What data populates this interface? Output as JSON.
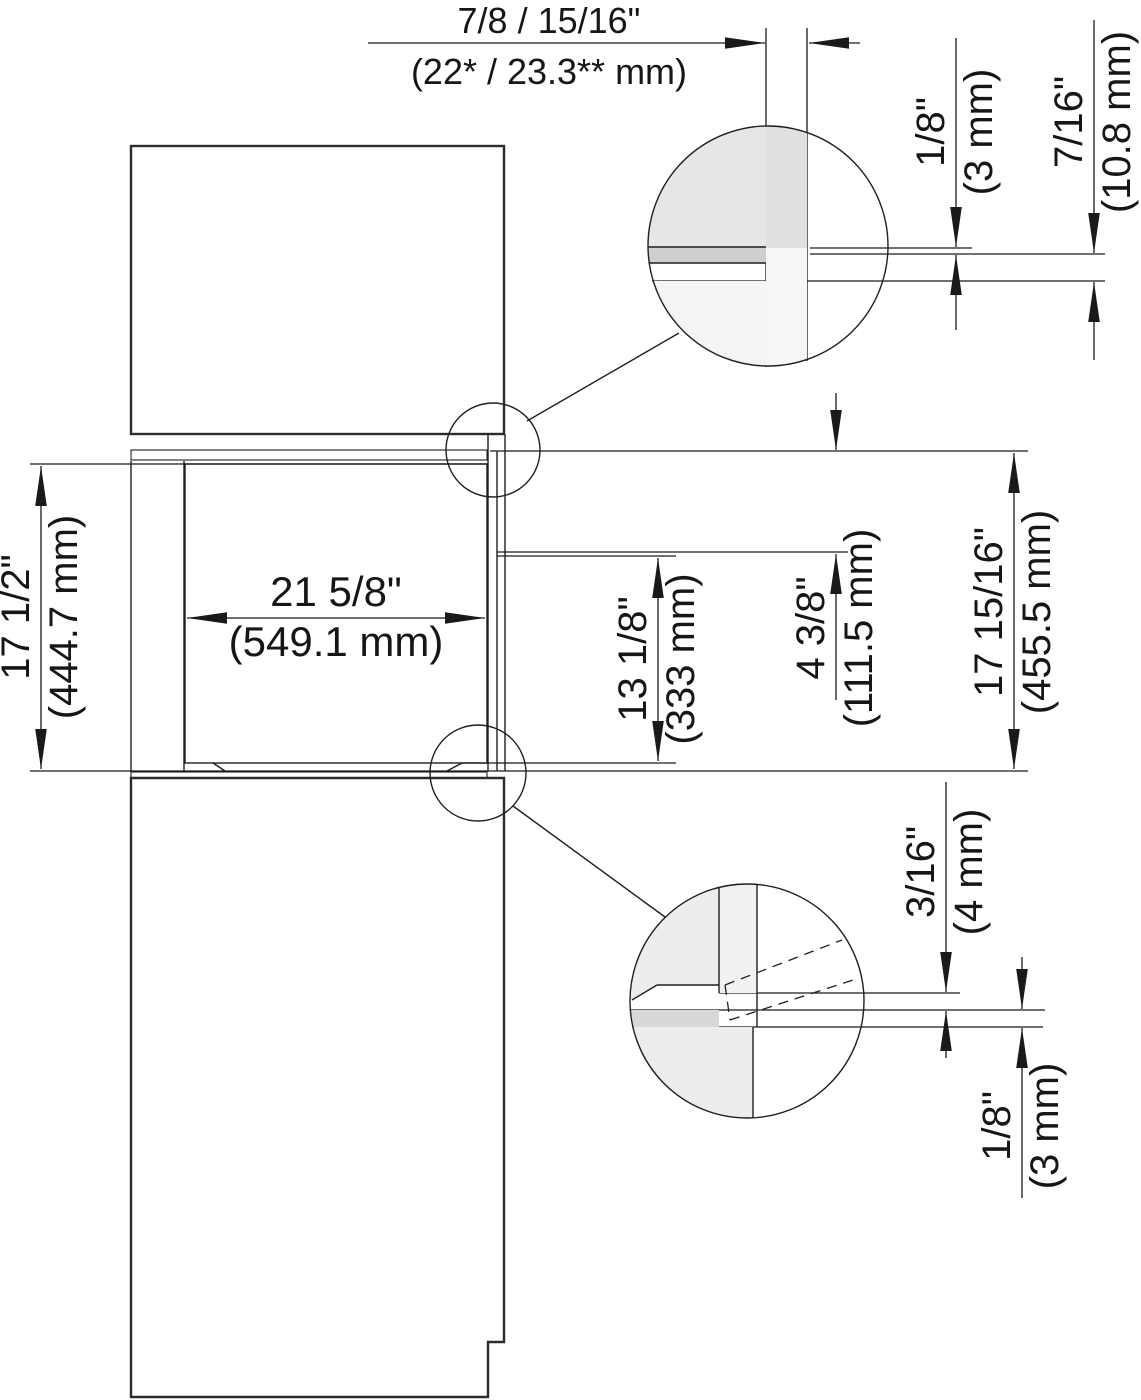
{
  "drawing": {
    "kind": "built-in appliance niche installation section drawing",
    "dims": {
      "top_width": {
        "inch": "7/8 / 15/16\"",
        "mm": "(22* / 23.3** mm)"
      },
      "top_gap": {
        "inch": "1/8\"",
        "mm": "(3 mm)"
      },
      "top_overlap": {
        "inch": "7/16\"",
        "mm": "(10.8 mm)"
      },
      "niche_height": {
        "inch": "17 1/2\"",
        "mm": "(444.7 mm)"
      },
      "niche_width": {
        "inch": "21 5/8\"",
        "mm": "(549.1 mm)"
      },
      "door_height": {
        "inch": "13 1/8\"",
        "mm": "(333 mm)"
      },
      "panel_height": {
        "inch": "4 3/8\"",
        "mm": "(111.5 mm)"
      },
      "front_height": {
        "inch": "17 15/16\"",
        "mm": "(455.5 mm)"
      },
      "bottom_gap": {
        "inch": "3/16\"",
        "mm": "(4 mm)"
      },
      "bottom_reveal": {
        "inch": "1/8\"",
        "mm": "(3 mm)"
      }
    },
    "colors": {
      "background": "#ffffff",
      "panel_gray": "#e4e4e4",
      "niche_gray": "#f2f2f2",
      "trim_gray": "#d5d5d5",
      "light_gray": "#f4f4f4",
      "line": "#1f1f1f"
    }
  }
}
